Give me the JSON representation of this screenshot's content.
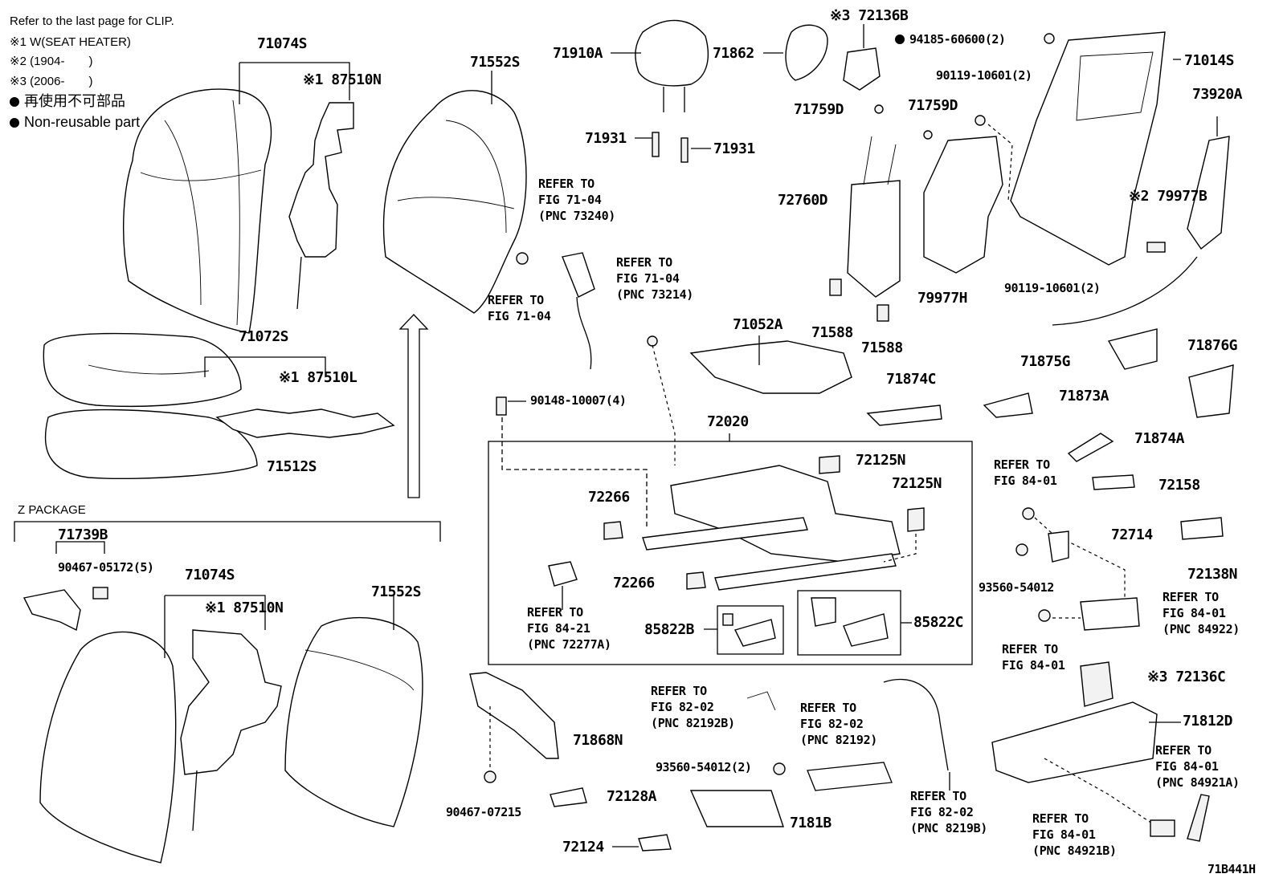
{
  "notes": {
    "clip": "Refer to the last page for CLIP.",
    "n1": "※1 W(SEAT HEATER)",
    "n2": "※2 (1904-　　)",
    "n3": "※3 (2006-　　)",
    "reuse_jp": "再使用不可部品",
    "reuse_en": "Non-reusable part",
    "z_package": "Z PACKAGE"
  },
  "labels": {
    "p71074S_a": "71074S",
    "p87510N_a": "※1 87510N",
    "p71552S_a": "71552S",
    "p71072S": "71072S",
    "p87510L": "※1 87510L",
    "p71512S": "71512S",
    "p71739B": "71739B",
    "p90467_05172": "90467-05172(5)",
    "p71074S_b": "71074S",
    "p87510N_b": "※1 87510N",
    "p71552S_b": "71552S",
    "p71910A": "71910A",
    "p71931_a": "71931",
    "p71931_b": "71931",
    "p71862": "71862",
    "p72136B": "※3 72136B",
    "p71759D_a": "71759D",
    "p71759D_b": "71759D",
    "p72760D": "72760D",
    "p71588_a": "71588",
    "p71588_b": "71588",
    "p71052A": "71052A",
    "p79977H": "79977H",
    "p71874C": "71874C",
    "p90148": "90148-10007(4)",
    "p72020": "72020",
    "p72125N_a": "72125N",
    "p72125N_b": "72125N",
    "p72266_a": "72266",
    "p72266_b": "72266",
    "p85822B": "85822B",
    "p85822C": "85822C",
    "p94185": "94185-60600(2)",
    "p71014S": "71014S",
    "p90119_a": "90119-10601(2)",
    "p73920A": "73920A",
    "p79977B": "※2 79977B",
    "p90119_b": "90119-10601(2)",
    "p71875G": "71875G",
    "p71876G": "71876G",
    "p71873A": "71873A",
    "p71874A": "71874A",
    "p72158": "72158",
    "p72714": "72714",
    "p93560_54012": "93560-54012",
    "p72138N": "72138N",
    "p72136C": "※3 72136C",
    "p71812D": "71812D",
    "p71868N": "71868N",
    "p90467_07215": "90467-07215",
    "p72128A": "72128A",
    "p72124": "72124",
    "p93560_54012_2": "93560-54012(2)",
    "p7181B": "7181B",
    "diagram_id": "71B441H"
  },
  "refs": {
    "r73240": "REFER TO\nFIG 71-04\n(PNC 73240)",
    "r7104": "REFER TO\nFIG 71-04",
    "r73214": "REFER TO\nFIG 71-04\n(PNC 73214)",
    "r72277A": "REFER TO\nFIG 84-21\n(PNC 72277A)",
    "r8401_a": "REFER TO\nFIG 84-01",
    "r84922": "REFER TO\nFIG 84-01\n(PNC 84922)",
    "r8401_b": "REFER TO\nFIG 84-01",
    "r82192B": "REFER TO\nFIG 82-02\n(PNC 82192B)",
    "r82192": "REFER TO\nFIG 82-02\n(PNC 82192)",
    "r8219B": "REFER TO\nFIG 82-02\n(PNC 8219B)",
    "r84921A": "REFER TO\nFIG 84-01\n(PNC 84921A)",
    "r84921B": "REFER TO\nFIG 84-01\n(PNC 84921B)"
  }
}
